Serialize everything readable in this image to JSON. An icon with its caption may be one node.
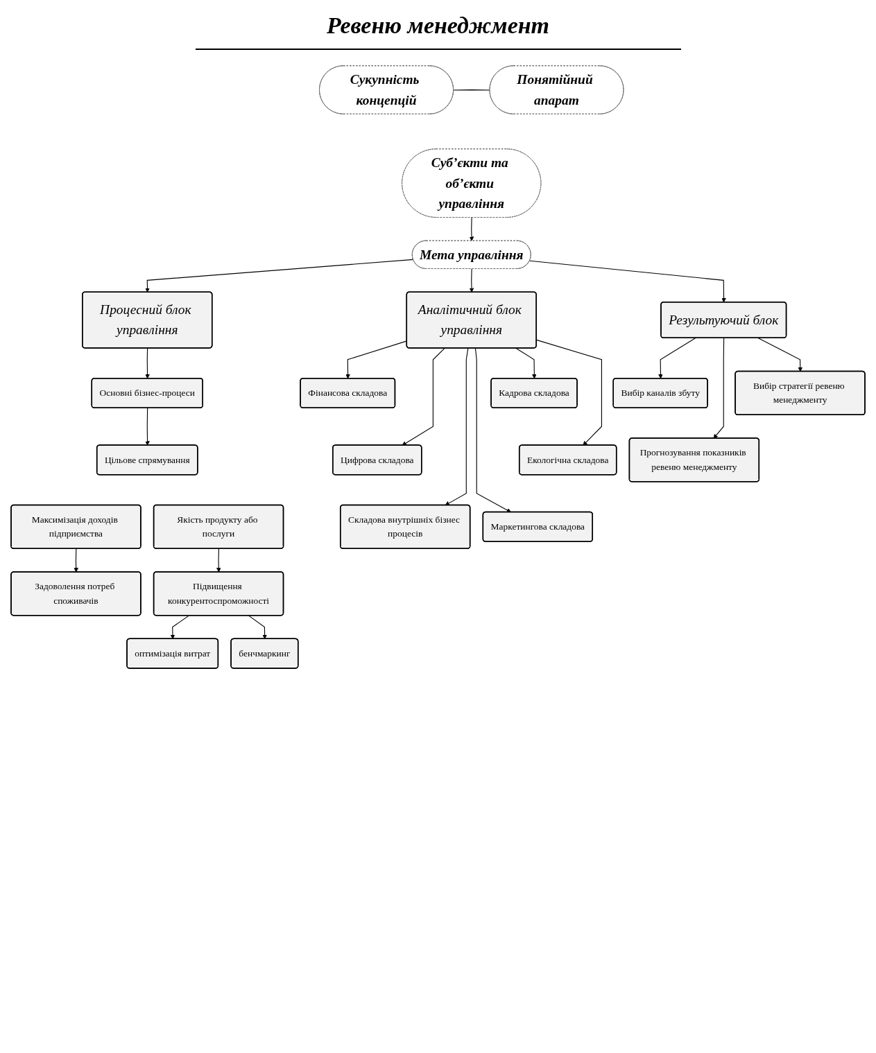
{
  "diagram": {
    "title": "Ревеню менеджмент",
    "nodes": [
      {
        "text": [
          "Сукупність концепцій"
        ]
      },
      {
        "text": [
          "Понятійний апарат"
        ]
      },
      {
        "text": [
          "Суб’єкти та об’єкти управління"
        ]
      },
      {
        "text": [
          "Мета управління"
        ]
      },
      {
        "text": [
          "Процесний блок управління"
        ]
      },
      {
        "text": [
          "Аналітичний блок управління"
        ]
      },
      {
        "text": [
          "Результуючий блок"
        ]
      },
      {
        "text": [
          "Основні бізнес-процеси"
        ]
      },
      {
        "text": [
          "Цільове спрямування"
        ]
      },
      {
        "text": [
          "Максимізація доходів підприємства"
        ]
      },
      {
        "text": [
          "Якість продукту або послуги"
        ]
      },
      {
        "text": [
          "Задоволення потреб споживачів"
        ]
      },
      {
        "text": [
          "Підвищення конкурентоспроможності"
        ]
      },
      {
        "text": [
          "оптимізація витрат"
        ]
      },
      {
        "text": [
          "бенчмаркинг"
        ]
      },
      {
        "text": [
          "Фінансова складова"
        ]
      },
      {
        "text": [
          "Кадрова складова"
        ]
      },
      {
        "text": [
          "Цифрова складова"
        ]
      },
      {
        "text": [
          "Екологічна складова"
        ]
      },
      {
        "text": [
          "Складова внутрішніх бізнес процесів"
        ]
      },
      {
        "text": [
          "Маркетингова складова"
        ]
      },
      {
        "text": [
          "Вибір каналів збуту"
        ]
      },
      {
        "text": [
          "Вибір стратегії ревеню менеджменту"
        ]
      },
      {
        "text": [
          "Прогнозування показників ревеню менеджменту"
        ]
      }
    ],
    "edges": [
      {
        "from": 0,
        "to": 1,
        "arrow": "none"
      },
      {
        "from": 2,
        "to": 3,
        "arrow": "to"
      },
      {
        "from": 3,
        "to": 4,
        "arrow": "to"
      },
      {
        "from": 3,
        "to": 5,
        "arrow": "to"
      },
      {
        "from": 3,
        "to": 6,
        "arrow": "to"
      },
      {
        "from": 4,
        "to": 7,
        "arrow": "to"
      },
      {
        "from": 7,
        "to": 8,
        "arrow": "to"
      },
      {
        "from": 9,
        "to": 11,
        "arrow": "to"
      },
      {
        "from": 10,
        "to": 12,
        "arrow": "to"
      },
      {
        "from": 12,
        "to": 13,
        "arrow": "to"
      },
      {
        "from": 12,
        "to": 14,
        "arrow": "to"
      },
      {
        "from": 5,
        "to": 15,
        "arrow": "to"
      },
      {
        "from": 5,
        "to": 17,
        "arrow": "to"
      },
      {
        "from": 5,
        "to": 19,
        "arrow": "to"
      },
      {
        "from": 5,
        "to": 20,
        "arrow": "to"
      },
      {
        "from": 5,
        "to": 16,
        "arrow": "to"
      },
      {
        "from": 5,
        "to": 18,
        "arrow": "to"
      },
      {
        "from": 6,
        "to": 21,
        "arrow": "to"
      },
      {
        "from": 6,
        "to": 23,
        "arrow": "to"
      },
      {
        "from": 6,
        "to": 22,
        "arrow": "to"
      }
    ]
  }
}
